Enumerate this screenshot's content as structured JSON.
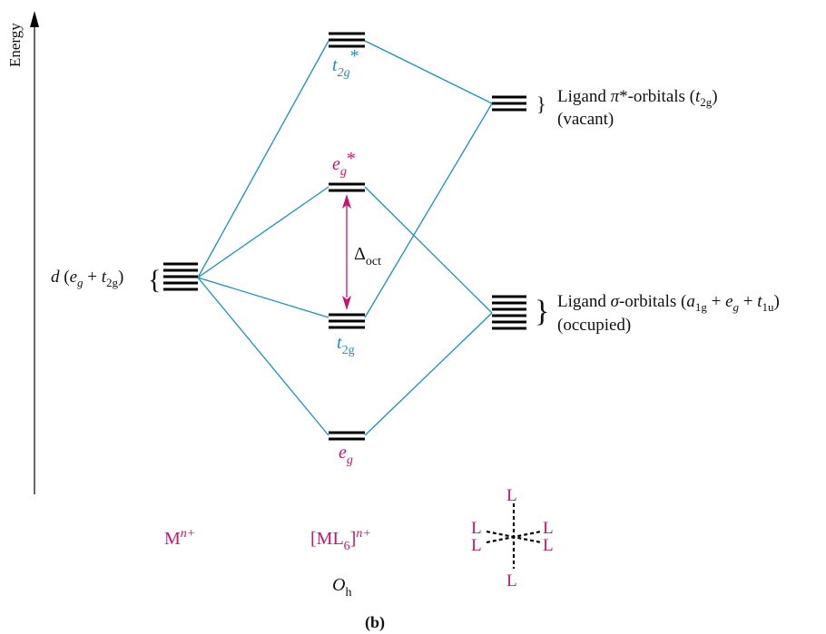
{
  "axis": {
    "label": "Energy"
  },
  "colors": {
    "correlation_line": "#1a8fc4",
    "metal_label": "#c8146e",
    "symmetry_label_sigma": "#c8146e",
    "symmetry_label_pi": "#1a8fc4",
    "level": "#000000",
    "text": "#111111"
  },
  "metal": {
    "label_d": "d",
    "label_open": " (",
    "label_e": "e",
    "label_e_sub": "g",
    "label_plus": " + ",
    "label_t": "t",
    "label_t_sub": "2g",
    "label_close": ")",
    "brace": "{",
    "levels": 5
  },
  "complex": {
    "t2g_star": {
      "main": "t",
      "sub": "2g",
      "sup": "*",
      "levels": 3
    },
    "eg_star": {
      "main": "e",
      "sub": "g",
      "sup": "*",
      "levels": 2
    },
    "t2g": {
      "main": "t",
      "sub": "2g",
      "levels": 3
    },
    "eg": {
      "main": "e",
      "sub": "g",
      "levels": 2
    },
    "splitting": {
      "symbol": "Δ",
      "sub": "oct"
    }
  },
  "ligand": {
    "pi": {
      "levels": 3,
      "brace": "}",
      "line1_a": "Ligand ",
      "line1_pi": "π",
      "line1_b": "*-orbitals (",
      "line1_t": "t",
      "line1_sub": "2g",
      "line1_c": ")",
      "line2": "(vacant)"
    },
    "sigma": {
      "levels": 6,
      "brace": "}",
      "line1_a": "Ligand ",
      "line1_sigma": "σ",
      "line1_b": "-orbitals (",
      "a": "a",
      "a_sub": "1g",
      "plus1": " + ",
      "e": "e",
      "e_sub": "g",
      "plus2": " + ",
      "t": "t",
      "t_sub": "1u",
      "line1_c": ")",
      "line2": "(occupied)"
    }
  },
  "bottom": {
    "metal_ion": {
      "main": "M",
      "sup": "n+"
    },
    "complex_ion": {
      "open": "[ML",
      "sub": "6",
      "close": "]",
      "sup": "n+"
    },
    "point_group": {
      "main": "O",
      "sub": "h"
    },
    "ligand_geometry": {
      "ligand": "L"
    },
    "panel_label": "(b)"
  }
}
